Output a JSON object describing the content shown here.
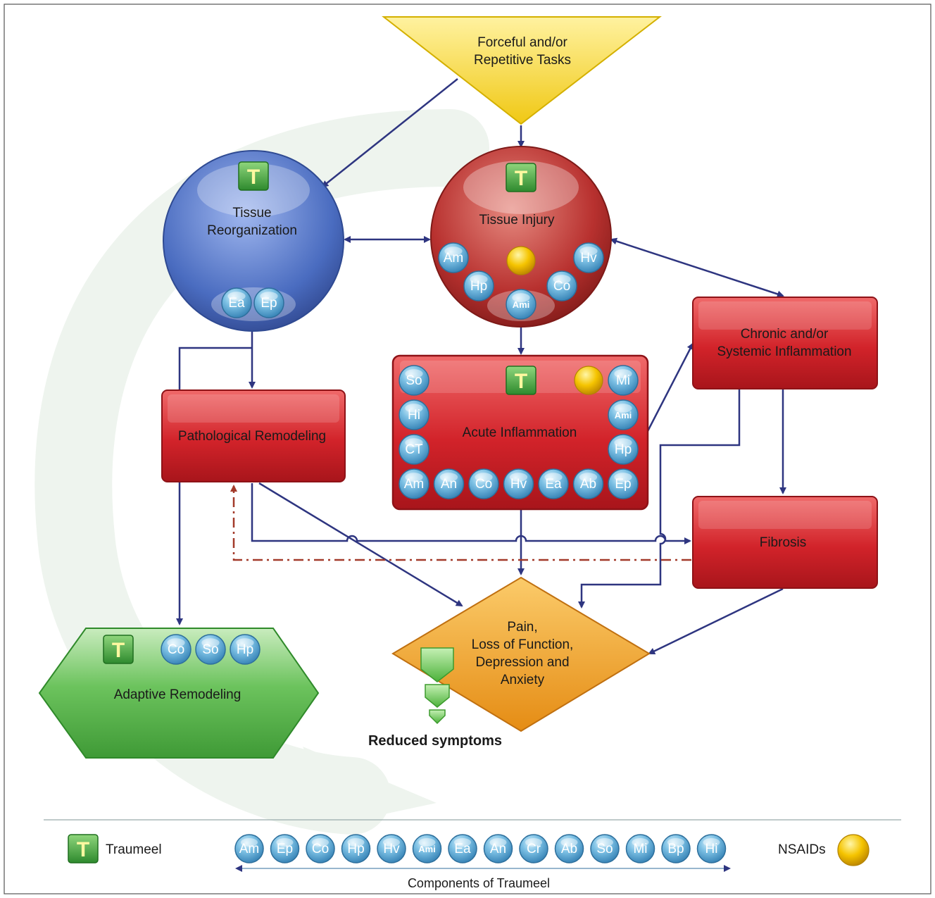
{
  "nodes": {
    "tasks": {
      "label_lines": [
        "Forceful and/or",
        "Repetitive Tasks"
      ]
    },
    "tissue_reorganization": {
      "label_lines": [
        "Tissue",
        "Reorganization"
      ],
      "components": [
        "Ea",
        "Ep"
      ]
    },
    "tissue_injury": {
      "label_lines": [
        "Tissue Injury"
      ],
      "components": [
        "Am",
        "Hv",
        "Hp",
        "Co",
        "Ami"
      ]
    },
    "pathological_remodeling": {
      "label_lines": [
        "Pathological Remodeling"
      ]
    },
    "acute_inflammation": {
      "label_lines": [
        "Acute Inflammation"
      ],
      "left_components": [
        "So",
        "Hi",
        "CT"
      ],
      "right_components": [
        "Mi",
        "Ami",
        "Hp"
      ],
      "bottom_components": [
        "Am",
        "An",
        "Co",
        "Hv",
        "Ea",
        "Ab",
        "Ep"
      ]
    },
    "chronic_inflammation": {
      "label_lines": [
        "Chronic and/or",
        "Systemic Inflammation"
      ]
    },
    "fibrosis": {
      "label_lines": [
        "Fibrosis"
      ]
    },
    "pain": {
      "label_lines": [
        "Pain,",
        "Loss of Function,",
        "Depression and",
        "Anxiety"
      ]
    },
    "adaptive_remodeling": {
      "label_lines": [
        "Adaptive Remodeling"
      ],
      "components": [
        "Co",
        "So",
        "Hp"
      ]
    }
  },
  "badges": {
    "traumeel_letter": "T"
  },
  "reduced_symptoms": "Reduced symptoms",
  "legend": {
    "traumeel_label": "Traumeel",
    "components": [
      "Am",
      "Ep",
      "Co",
      "Hp",
      "Hv",
      "Ami",
      "Ea",
      "An",
      "Cr",
      "Ab",
      "So",
      "Mi",
      "Bp",
      "Hi"
    ],
    "components_caption": "Components of Traumeel",
    "nsaids_label": "NSAIDs"
  },
  "colors": {
    "arrow": "#2e3580",
    "dashed_arrow": "#a33a2a",
    "bubble": "#5ba8d4",
    "traumeel_green": "#3ea33e",
    "nsaid_yellow": "#f5c400",
    "red_box": "#d2232a",
    "tissue_reorg_blue": "#4a6cc0",
    "tissue_injury_red": "#b8312f",
    "pain_orange": "#f0a02a",
    "adaptive_green": "#54b548",
    "tasks_yellow": "#f2d83a"
  }
}
